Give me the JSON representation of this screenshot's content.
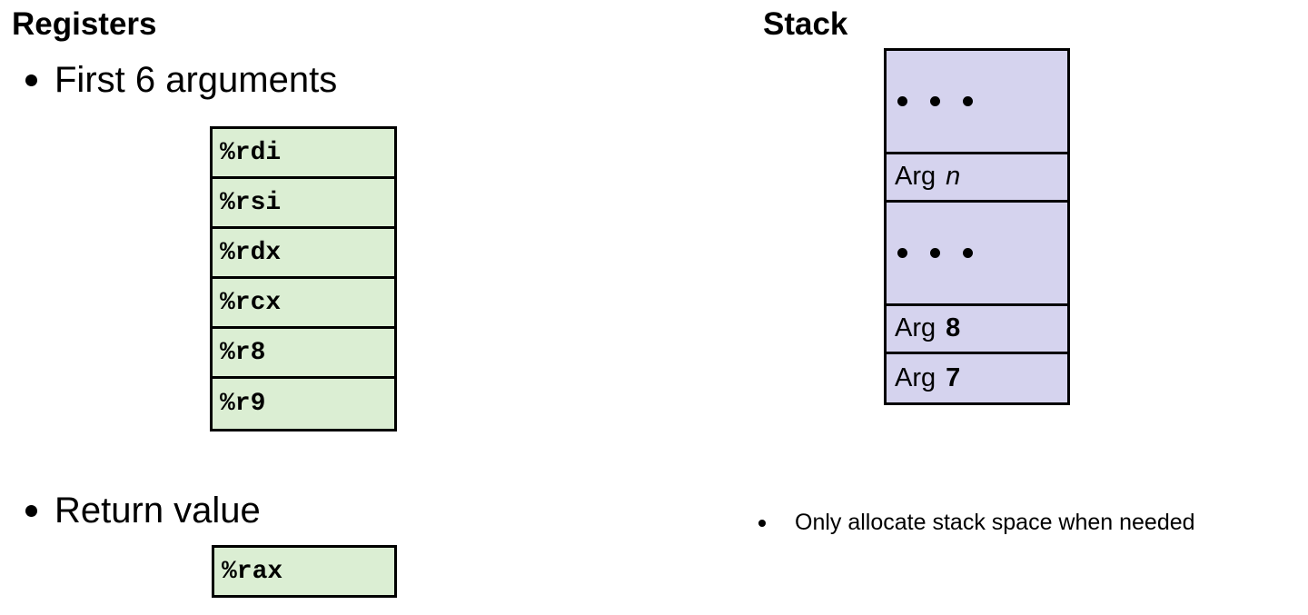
{
  "colors": {
    "register_fill": "#dbeed3",
    "stack_fill": "#d5d3ee",
    "border": "#000000",
    "text": "#000000",
    "background": "#ffffff"
  },
  "registers_section": {
    "title": "Registers",
    "bullet_first6": "First 6 arguments",
    "bullet_return": "Return value",
    "argument_registers": [
      "%rdi",
      "%rsi",
      "%rdx",
      "%rcx",
      "%r8",
      "%r9"
    ],
    "return_register": "%rax"
  },
  "stack_section": {
    "title": "Stack",
    "cells": [
      {
        "type": "dots",
        "dots_count": 3
      },
      {
        "type": "arg",
        "prefix": "Arg",
        "value": "n",
        "value_style": "italic"
      },
      {
        "type": "dots",
        "dots_count": 3
      },
      {
        "type": "arg",
        "prefix": "Arg",
        "value": "8",
        "value_style": "bold"
      },
      {
        "type": "arg",
        "prefix": "Arg",
        "value": "7",
        "value_style": "bold"
      }
    ],
    "note": "Only allocate stack space when needed"
  }
}
